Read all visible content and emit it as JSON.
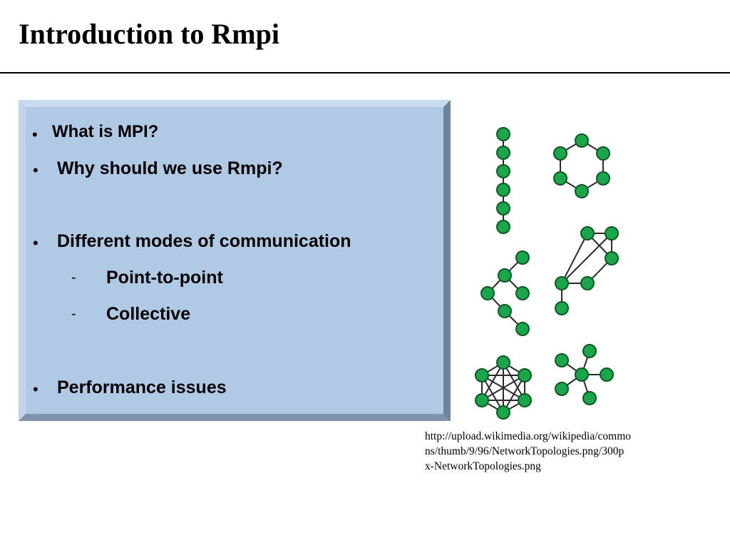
{
  "slide": {
    "title": "Introduction to Rmpi",
    "bullets": [
      {
        "text": "What is MPI?"
      },
      {
        "text": "Why should we use Rmpi?"
      },
      {
        "text": "Different modes of communication"
      },
      {
        "text": "Point-to-point"
      },
      {
        "text": "Collective"
      },
      {
        "text": "Performance issues"
      }
    ],
    "bullet_glyph": "•",
    "sub_glyph": "-",
    "caption_lines": [
      "http://upload.wikimedia.org/wikipedia/commo",
      "ns/thumb/9/96/NetworkTopologies.png/300p",
      "x-NetworkTopologies.png"
    ],
    "colors": {
      "box_fill": "#b0c9e4",
      "node_fill": "#1aa64a",
      "node_stroke": "#0d5a24"
    }
  }
}
